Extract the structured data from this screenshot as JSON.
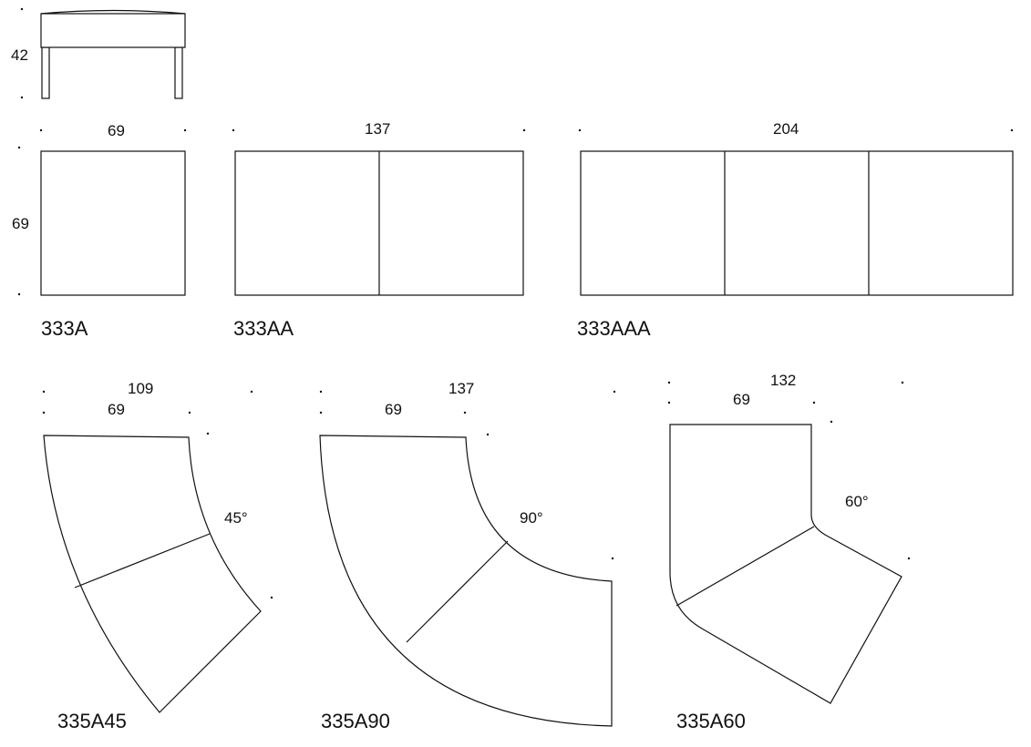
{
  "ottoman_side": {
    "height_label": "42"
  },
  "straight_units": [
    {
      "width_label": "69",
      "depth_label": "69",
      "model": "333A"
    },
    {
      "width_label": "137",
      "model": "333AA"
    },
    {
      "width_label": "204",
      "model": "333AAA"
    }
  ],
  "curved_units": [
    {
      "outer_label": "109",
      "inner_label": "69",
      "angle_label": "45°",
      "model": "335A45"
    },
    {
      "outer_label": "137",
      "inner_label": "69",
      "angle_label": "90°",
      "model": "335A90"
    },
    {
      "outer_label": "132",
      "inner_label": "69",
      "angle_label": "60°",
      "model": "335A60"
    }
  ]
}
